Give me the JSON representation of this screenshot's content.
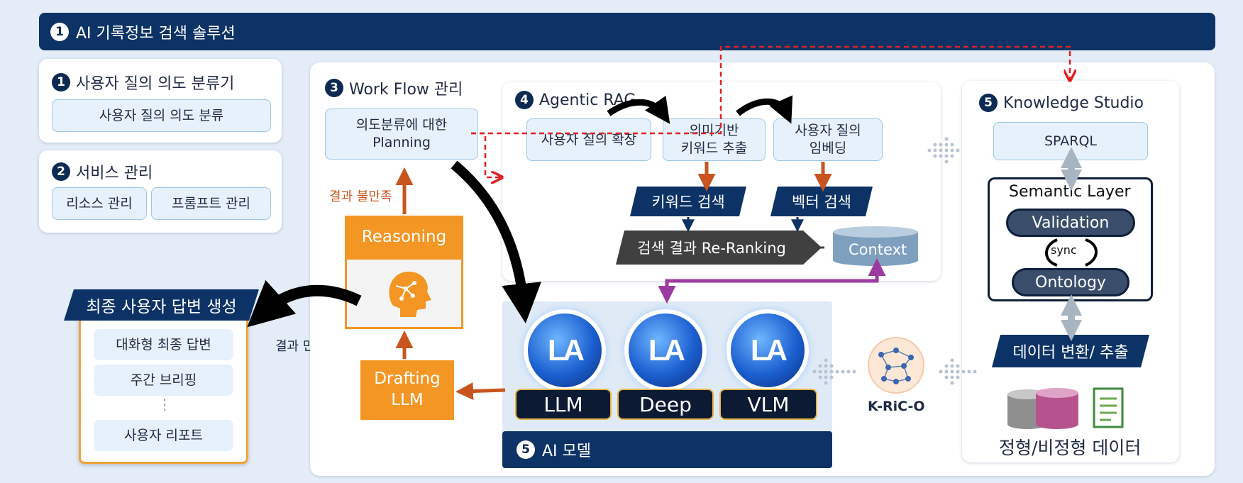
{
  "header": {
    "number": "1",
    "title": "AI 기록정보 검색 솔루션"
  },
  "intent": {
    "number": "1",
    "title": "사용자 질의 의도 분류기",
    "item": "사용자 질의 의도 분류"
  },
  "service": {
    "number": "2",
    "title": "서비스 관리",
    "items": [
      "리소스 관리",
      "프롬프트 관리"
    ]
  },
  "final_answer": {
    "title": "최종 사용자 답변 생성",
    "items": [
      "대화형 최종 답변",
      "주간 브리핑",
      "⋮",
      "사용자 리포트"
    ],
    "result_ok": "결과 만족"
  },
  "workflow": {
    "number": "3",
    "title": "Work Flow 관리",
    "planning": "의도분류에 대한\nPlanning",
    "result_bad": "결과 불만족",
    "reasoning": "Reasoning",
    "drafting": "Drafting\nLLM"
  },
  "rag": {
    "number": "4",
    "title": "Agentic RAG",
    "expand": "사용자 질의 확장",
    "keyword_extract": "의미기반\n키워드 추출",
    "embed": "사용자 질의\n임베딩",
    "keyword_search": "키워드 검색",
    "vector_search": "벡터 검색",
    "rerank": "검색 결과 Re-Ranking",
    "context": "Context"
  },
  "models": {
    "number": "5",
    "title": "AI 모델",
    "names": [
      "LLM",
      "Deep",
      "VLM"
    ],
    "logo_text": "LA"
  },
  "kric": {
    "label": "K-RiC-O"
  },
  "knowledge": {
    "number": "5",
    "title": "Knowledge Studio",
    "sparql": "SPARQL",
    "semantic_layer": "Semantic Layer",
    "validation": "Validation",
    "sync": "sync",
    "ontology": "Ontology",
    "transform": "데이터 변환/ 추출",
    "data": "정형/비정형 데이터"
  },
  "colors": {
    "navy": "#0d3366",
    "orange": "#f39624",
    "brown_arrow": "#c8551e",
    "red_dashed": "#e02020",
    "purple": "#9b3aa0",
    "lightblue_box": "#e6f1fb"
  }
}
